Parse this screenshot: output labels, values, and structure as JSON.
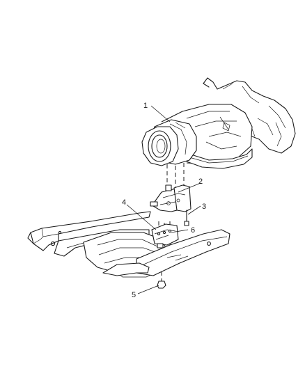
{
  "diagram": {
    "callouts": [
      {
        "id": "1",
        "text": "1"
      },
      {
        "id": "2",
        "text": "2"
      },
      {
        "id": "3",
        "text": "3"
      },
      {
        "id": "4",
        "text": "4"
      },
      {
        "id": "5",
        "text": "5"
      },
      {
        "id": "6",
        "text": "6"
      }
    ]
  }
}
